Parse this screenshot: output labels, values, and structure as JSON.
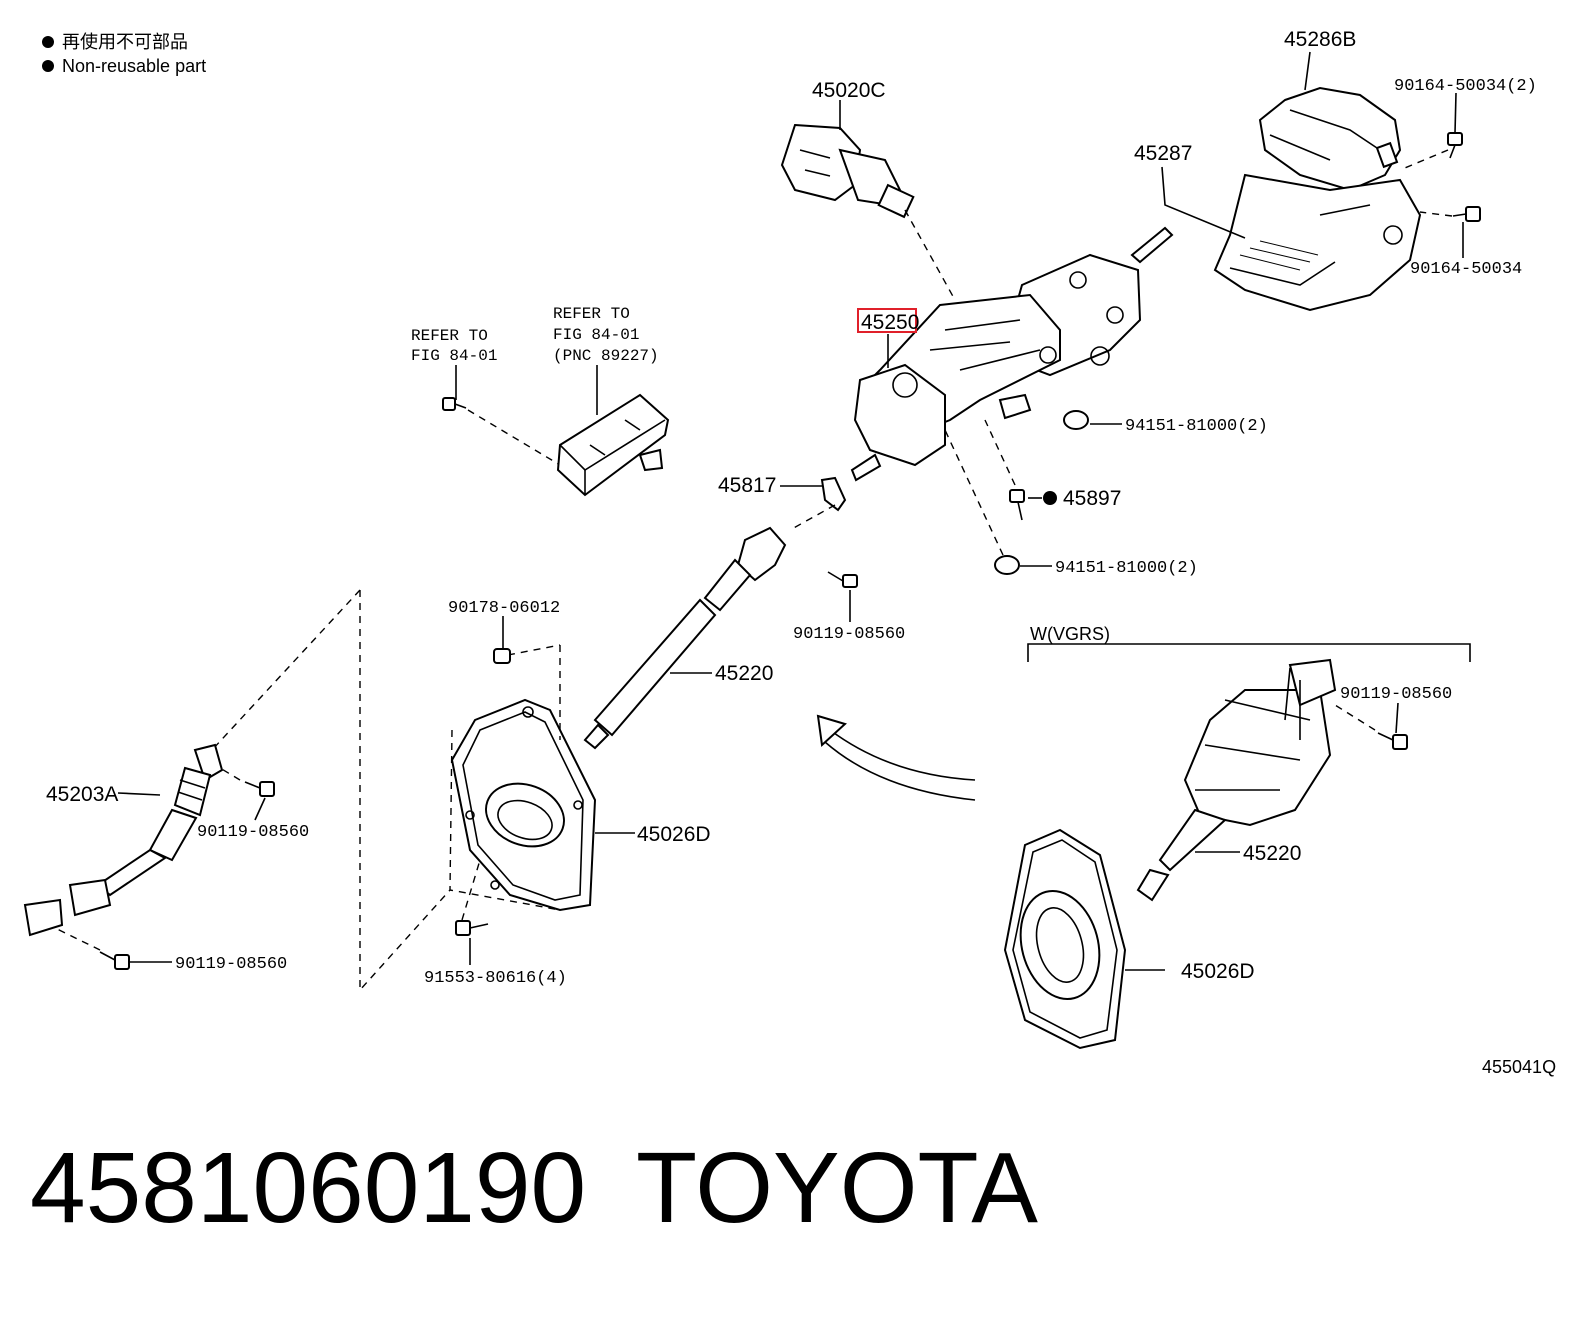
{
  "legend": {
    "line1": "再使用不可部品",
    "line2": "Non-reusable part"
  },
  "labels": {
    "p45286B": "45286B",
    "p90164_50034_2": "90164-50034(2)",
    "p45287": "45287",
    "p90164_50034": "90164-50034",
    "p45020C": "45020C",
    "p45250": "45250",
    "refer1_a": "REFER TO",
    "refer1_b": "FIG 84-01",
    "refer2_a": "REFER TO",
    "refer2_b": "FIG 84-01",
    "refer2_c": "(PNC 89227)",
    "p94151_a": "94151-81000(2)",
    "p45897": "45897",
    "p45817": "45817",
    "p94151_b": "94151-81000(2)",
    "p90119_top": "90119-08560",
    "p90178": "90178-06012",
    "p45220_main": "45220",
    "p45203A": "45203A",
    "p90119_mid": "90119-08560",
    "p45026D_main": "45026D",
    "p90119_bot": "90119-08560",
    "p91553": "91553-80616(4)",
    "vgrs": "W(VGRS)",
    "p90119_vgrs": "90119-08560",
    "p45220_vgrs": "45220",
    "p45026D_vgrs": "45026D",
    "fig_code": "455041Q"
  },
  "caption": {
    "part_number": "4581060190",
    "brand": "TOYOTA"
  },
  "colors": {
    "highlight": "#e0202a",
    "ink": "#000000"
  }
}
